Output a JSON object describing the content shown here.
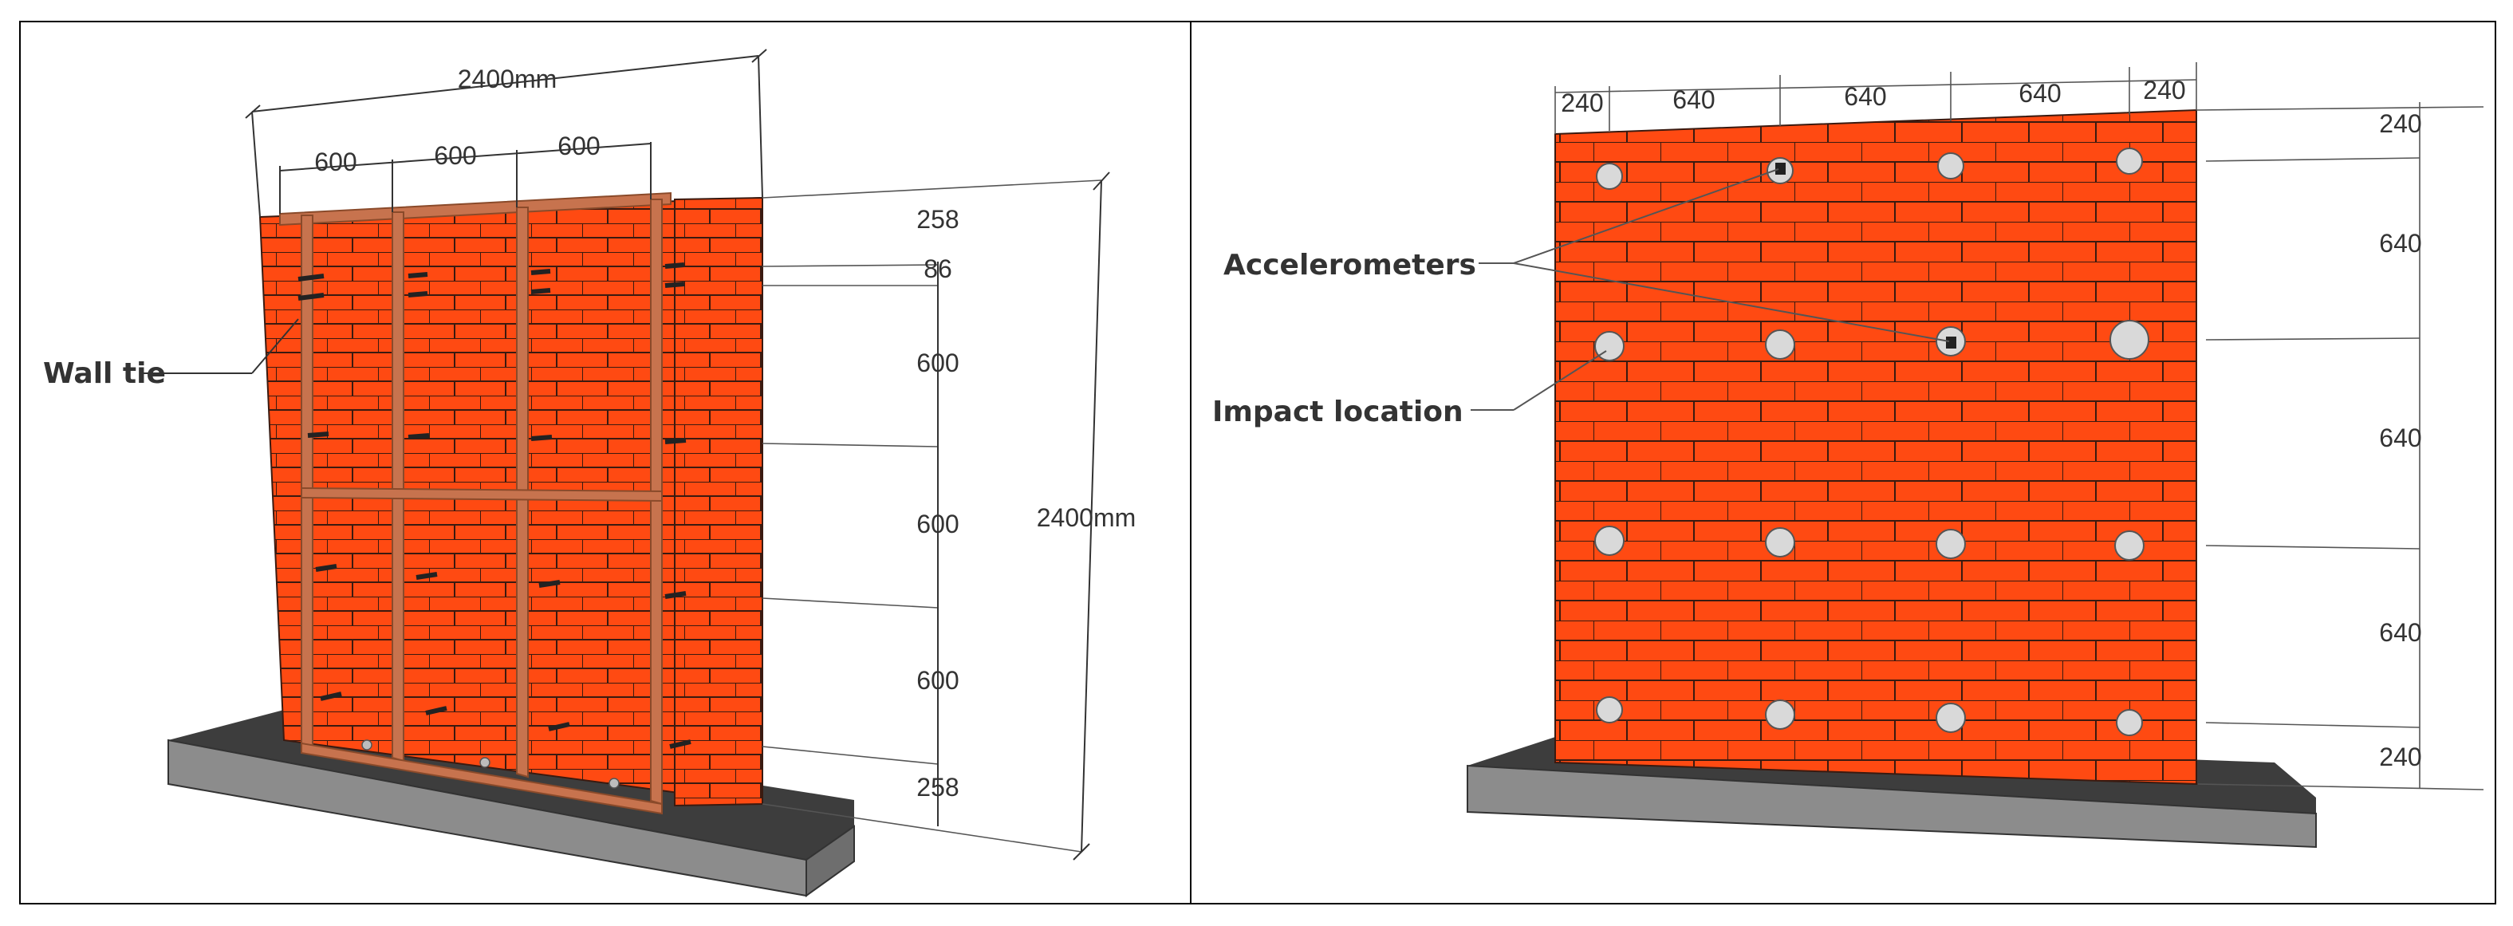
{
  "left_panel": {
    "top_dimension": "2400mm",
    "stud_spacing": [
      "600",
      "600",
      "600"
    ],
    "height_dimension": "2400mm",
    "vertical_spacing": [
      "258",
      "86",
      "600",
      "600",
      "600",
      "258"
    ],
    "wall_tie_label": "Wall tie"
  },
  "right_panel": {
    "top_spacing": [
      "240",
      "640",
      "640",
      "640",
      "240"
    ],
    "side_spacing": [
      "240",
      "640",
      "640",
      "640",
      "240"
    ],
    "accelerometers_label": "Accelerometers",
    "impact_label": "Impact location"
  },
  "colors": {
    "brick": "#ff4a12",
    "mortar": "#3a1a10",
    "frame": "#c7734e",
    "frame_dark": "#8a4a2a",
    "slab_top": "#3d3d3d",
    "slab_side": "#8c8c8c",
    "impact_point": "#d9d9d9",
    "accelerometer": "#222222"
  }
}
